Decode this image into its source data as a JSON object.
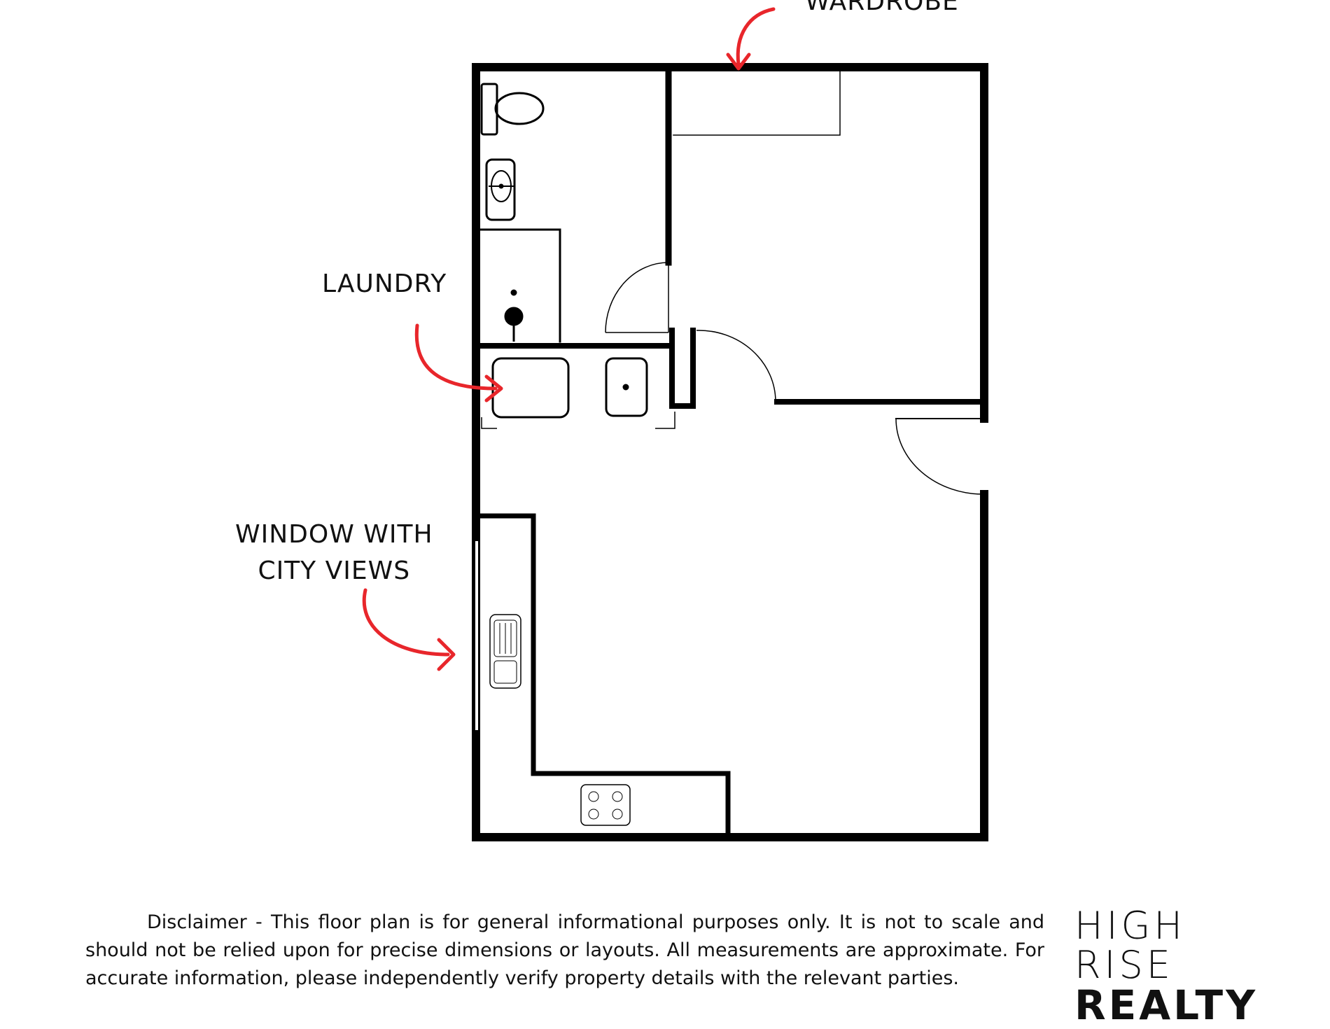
{
  "labels": {
    "wardrobe": "WARDROBE",
    "laundry": "LAUNDRY",
    "window_line1": "WINDOW WITH",
    "window_line2": "CITY VIEWS"
  },
  "disclaimer": "Disclaimer - This floor plan is for general informational purposes only. It is not to scale and should not be relied upon for precise dimensions or layouts. All measurements are approximate. For accurate information, please independently verify property details with the relevant parties.",
  "logo": {
    "line1": "HIGH",
    "line2": "RISE",
    "line3": "REALTY"
  },
  "colors": {
    "wall": "#000000",
    "arrow": "#e8262b",
    "text": "#111111"
  }
}
